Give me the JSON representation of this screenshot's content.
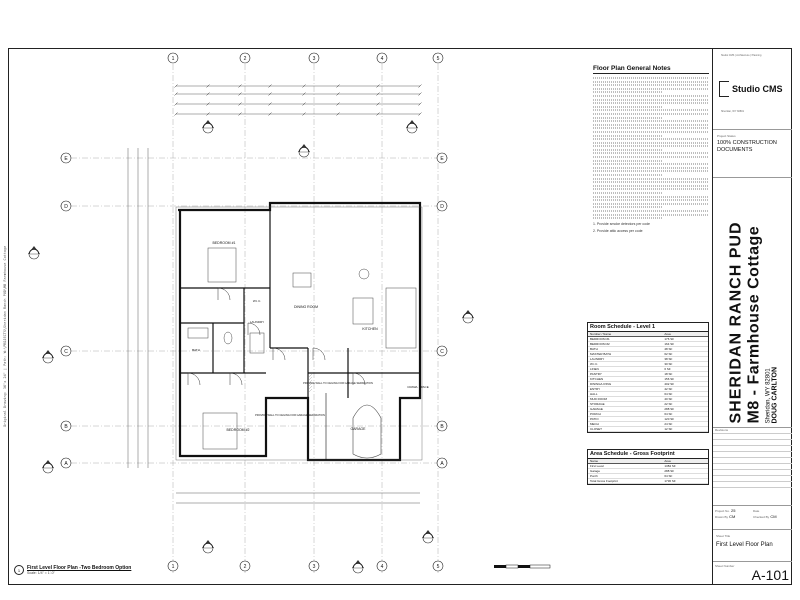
{
  "sheet": {
    "side_note": "Original Drawing: 36\"x 24\" | Path: W:\\PROJECTS\\Sheridan Ranch PUD\\M8 Farmhouse Cottage"
  },
  "title_block": {
    "firm_name": "Studio CMS",
    "firm_contact": "Studio CMS | Architecture | Planning",
    "firm_address": "Sheridan, WY 82801",
    "status_label": "Project Status",
    "status": "100% CONSTRUCTION DOCUMENTS",
    "project_name": "SHERIDAN RANCH PUD",
    "project_subtitle": "M8 - Farmhouse Cottage",
    "project_location": "Sheridan, WY 82801",
    "client": "DOUG CARLTON",
    "revisions_label": "Revisions",
    "meta": {
      "project_no_label": "Project No.",
      "project_no": "25",
      "date_label": "Date",
      "drawn_label": "Drawn By",
      "drawn": "CM",
      "checked_label": "Checked By",
      "checked": "CM"
    },
    "sheet_title_label": "Sheet Title",
    "sheet_title": "First Level Floor Plan",
    "sheet_number_label": "Sheet Number",
    "sheet_number": "A-101"
  },
  "notes": {
    "title": "Floor Plan General Notes",
    "extra_1": "1. Provide smoke detectors per code",
    "extra_2": "2. Provide attic access per code"
  },
  "room_schedule": {
    "title": "Room Schedule - Level 1",
    "headers": [
      "Number / Name",
      "Area"
    ],
    "rows": [
      [
        "BEDROOM #1",
        "176 SF"
      ],
      [
        "BEDROOM #2",
        "164 SF"
      ],
      [
        "BATH",
        "48 SF"
      ],
      [
        "MASTER BATH",
        "62 SF"
      ],
      [
        "LAUNDRY",
        "38 SF"
      ],
      [
        "W.I.C.",
        "30 SF"
      ],
      [
        "LINEN",
        "6 SF"
      ],
      [
        "PANTRY",
        "18 SF"
      ],
      [
        "KITCHEN",
        "156 SF"
      ],
      [
        "DINING/LIVING",
        "402 SF"
      ],
      [
        "ENTRY",
        "42 SF"
      ],
      [
        "HALL",
        "64 SF"
      ],
      [
        "MUD ROOM",
        "40 SF"
      ],
      [
        "STORAGE",
        "22 SF"
      ],
      [
        "GARAGE",
        "288 SF"
      ],
      [
        "PORCH",
        "64 SF"
      ],
      [
        "PATIO",
        "120 SF"
      ],
      [
        "MECH",
        "24 SF"
      ],
      [
        "CLOSET",
        "12 SF"
      ]
    ]
  },
  "area_schedule": {
    "title": "Area Schedule - Gross Footprint",
    "headers": [
      "Name",
      "Area"
    ],
    "rows": [
      [
        "First Level",
        "1384 SF"
      ],
      [
        "Garage",
        "288 SF"
      ],
      [
        "Porch",
        "64 SF"
      ],
      [
        "Total Gross Footprint",
        "1736 SF"
      ]
    ]
  },
  "drawing": {
    "caption_number": "1",
    "caption_title": "First Level Floor Plan -Two Bedroom Option",
    "caption_scale": "Scale: 1/4\" = 1'-0\"",
    "grid_columns": [
      "1",
      "2",
      "3",
      "4",
      "5"
    ],
    "grid_rows": [
      "E",
      "D",
      "C",
      "B",
      "A"
    ],
    "rooms": {
      "bedroom1": "BEDROOM #1",
      "bedroom2": "BEDROOM #2",
      "dining": "DINING ROOM",
      "kitchen": "KITCHEN",
      "garage": "GARAGE",
      "laundry": "LAUNDRY",
      "bath": "BATH",
      "closet": "W.I.C.",
      "crawl": "CRAWL SPACE"
    },
    "notes_callout_1": "PROVIDE WALL TO CEILING FOR GARAGE SEPARATION",
    "notes_callout_2": "PROVIDE WALL TO CEILING FOR GARAGE SEPARATION"
  }
}
